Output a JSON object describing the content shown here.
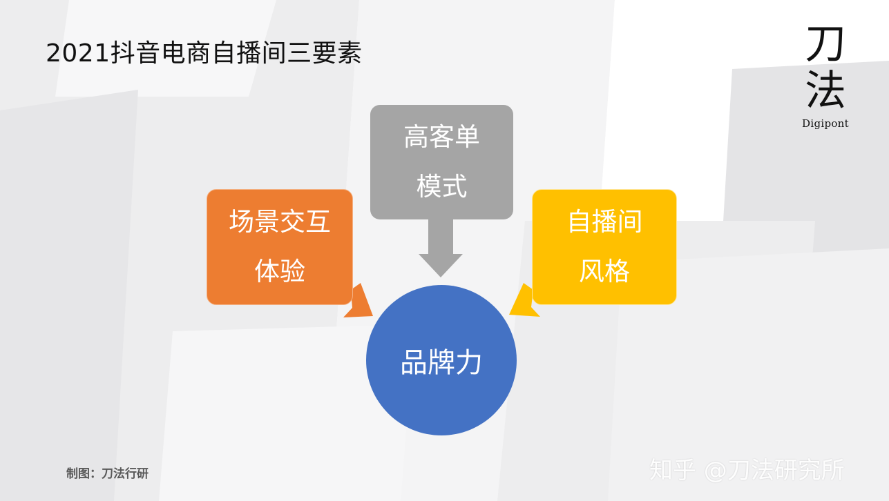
{
  "title": "2021抖音电商自播间三要素",
  "logo": {
    "line1": "刀",
    "line2": "法",
    "en": "Digipont"
  },
  "diagram": {
    "top_box": {
      "line1": "高客单",
      "line2": "模式",
      "color": "#a5a5a5"
    },
    "left_box": {
      "line1": "场景交互",
      "line2": "体验",
      "color": "#ed7d31"
    },
    "right_box": {
      "line1": "自播间",
      "line2": "风格",
      "color": "#ffc000"
    },
    "center": {
      "label": "品牌力",
      "color": "#4472c4"
    }
  },
  "credit": "制图：刀法行研",
  "watermark": "知乎 @刀法研究所"
}
